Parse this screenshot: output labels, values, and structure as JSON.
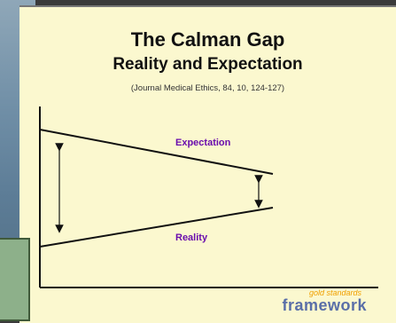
{
  "slide": {
    "title": "The Calman Gap",
    "subtitle": "Reality and Expectation",
    "citation": "(Journal Medical Ethics, 84, 10, 124-127)",
    "labels": {
      "expectation": "Expectation",
      "reality": "Reality"
    },
    "logo": {
      "small": "gold standards",
      "main": "framework"
    }
  },
  "colors": {
    "slide_bg": "#fbf8cf",
    "label": "#6a0dad",
    "logo_main": "#5a6fa8",
    "logo_small": "#f0a000"
  }
}
